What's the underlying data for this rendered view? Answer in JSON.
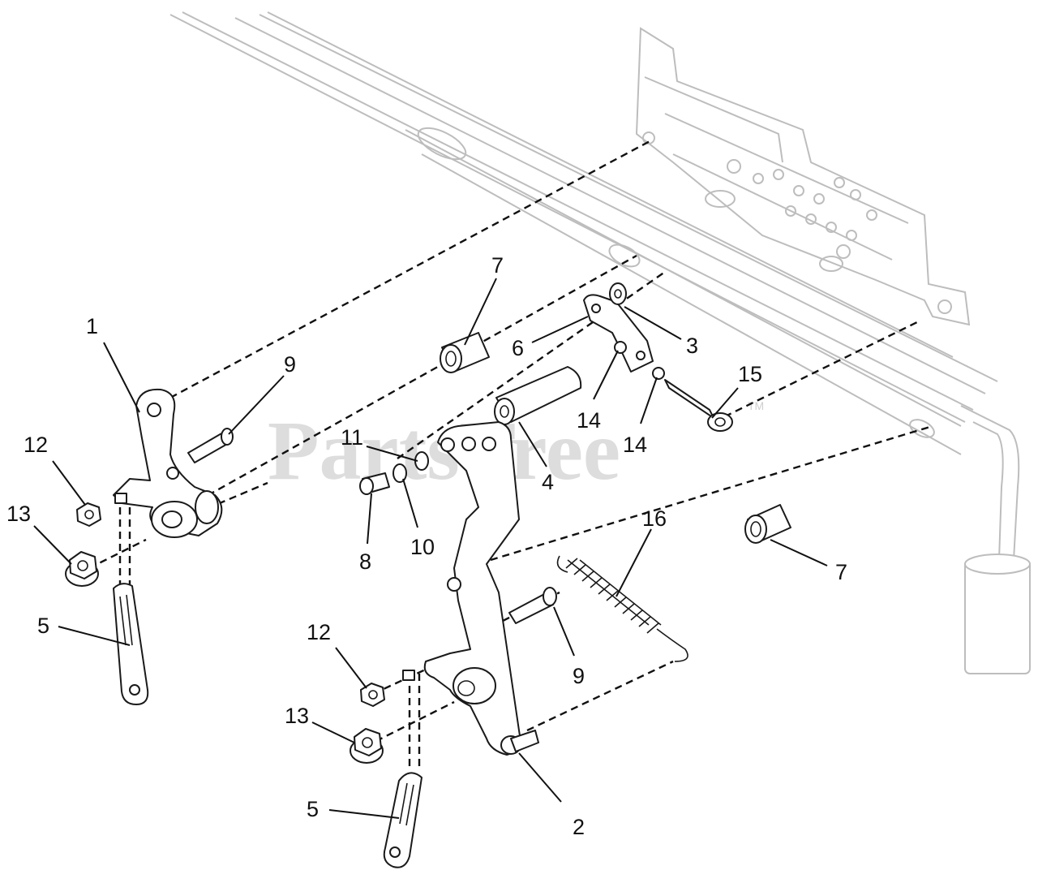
{
  "watermark": {
    "text": "PartsTree",
    "trademark": "TM"
  },
  "callouts": {
    "c1": "1",
    "c2": "2",
    "c3": "3",
    "c4": "4",
    "c5a": "5",
    "c5b": "5",
    "c6": "6",
    "c7a": "7",
    "c7b": "7",
    "c8": "8",
    "c9a": "9",
    "c9b": "9",
    "c10": "10",
    "c11": "11",
    "c12a": "12",
    "c12b": "12",
    "c13a": "13",
    "c13b": "13",
    "c14a": "14",
    "c14b": "14",
    "c15": "15",
    "c16": "16"
  }
}
